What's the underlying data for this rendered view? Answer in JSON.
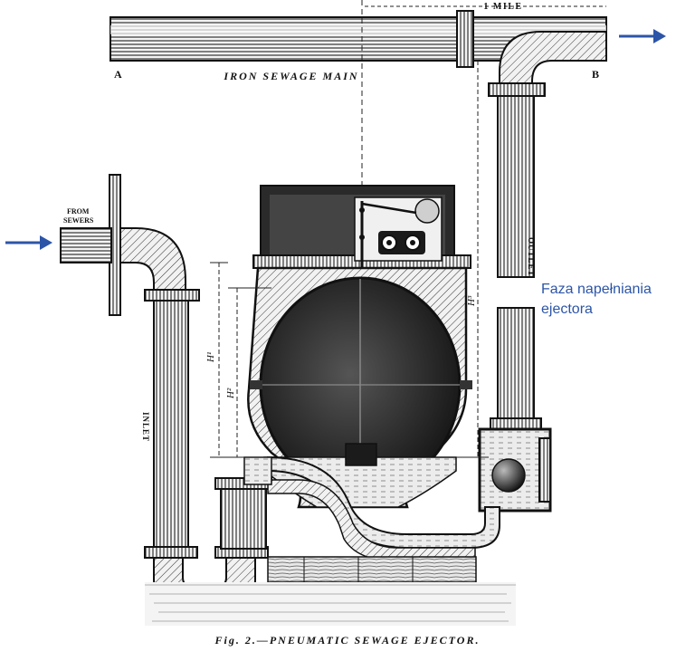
{
  "labels": {
    "main_title": "IRON SEWAGE MAIN",
    "point_a": "A",
    "point_b": "B",
    "distance": "1 MILE",
    "from_sewers_1": "FROM",
    "from_sewers_2": "SEWERS",
    "inlet": "INLET",
    "outlet": "OUTLET",
    "h1": "H¹",
    "h2": "H²",
    "h3": "H³",
    "caption": "Fig. 2.—PNEUMATIC SEWAGE EJECTOR."
  },
  "overlay": {
    "line1": "Faza napełniania",
    "line2": "ejectora"
  },
  "colors": {
    "arrow": "#2c55a8",
    "ink": "#1a1a1a",
    "water": "#e9e9e9"
  }
}
